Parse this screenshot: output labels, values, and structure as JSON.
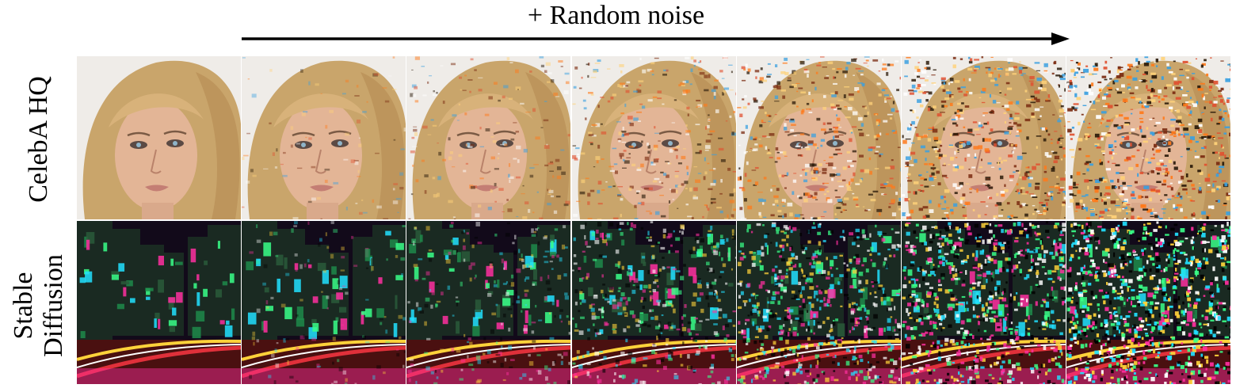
{
  "header": {
    "title": "+ Random noise"
  },
  "rows": [
    {
      "label_lines": [
        "CelebA HQ"
      ],
      "kind": "face"
    },
    {
      "label_lines": [
        "Stable",
        "Diffusion"
      ],
      "kind": "city"
    }
  ],
  "columns": 7,
  "noise_levels": [
    0,
    0.12,
    0.25,
    0.45,
    0.65,
    0.82,
    0.95
  ],
  "colors": {
    "hair": "#c9a56b",
    "skin": "#e3b596",
    "background_face": "#efece8",
    "neon_green": "#39ff88",
    "neon_magenta": "#ff2fa0",
    "neon_cyan": "#22e0ff",
    "city_dark": "#120a1a",
    "street_red": "#e0303a"
  }
}
